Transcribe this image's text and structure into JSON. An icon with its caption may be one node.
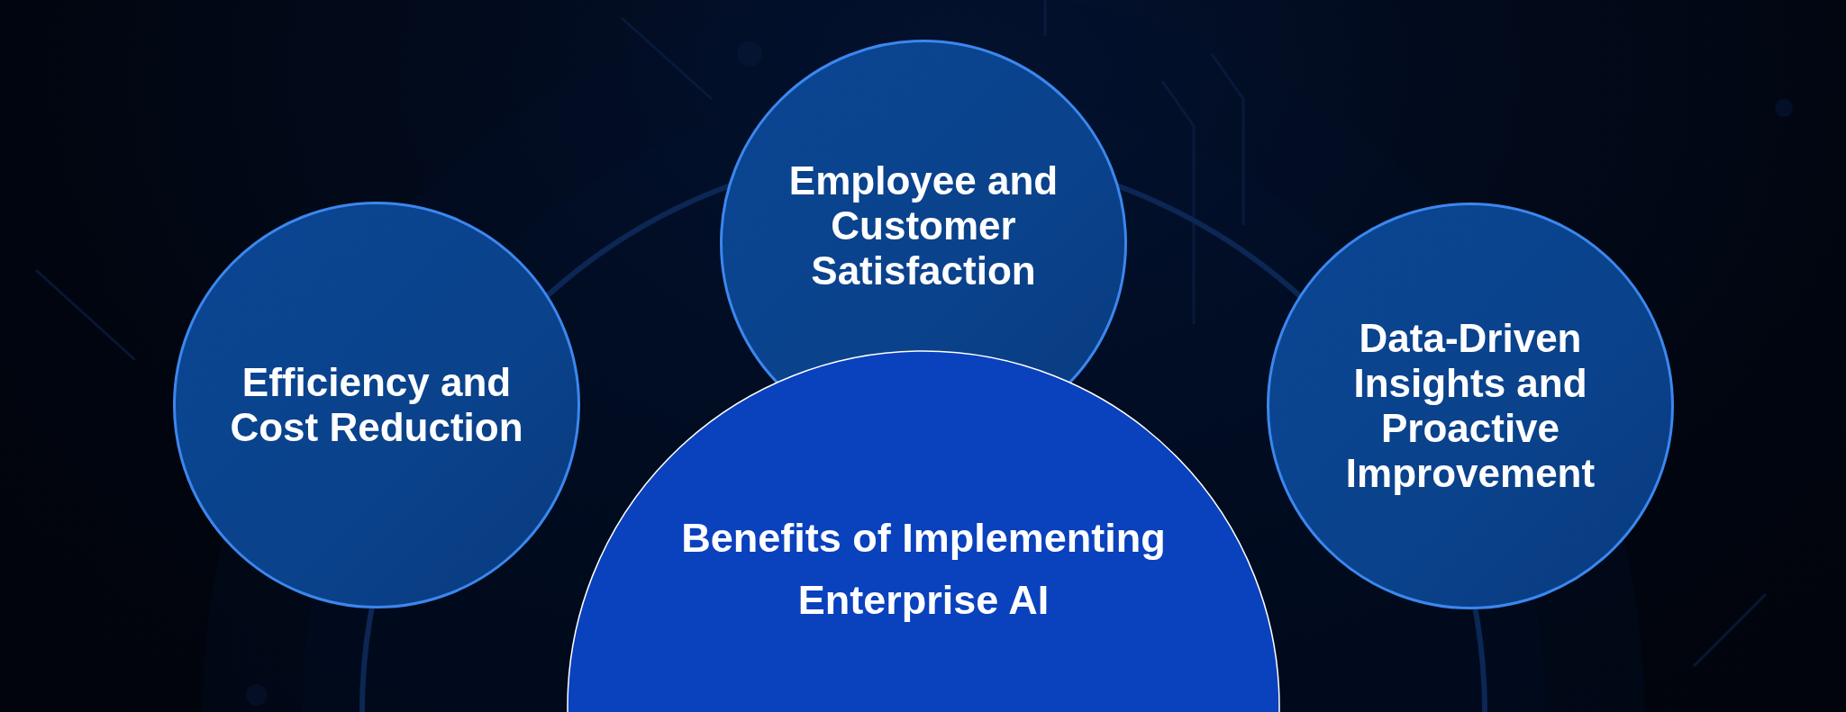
{
  "diagram": {
    "nodes": [
      {
        "text": [
          "Efficiency and Cost Reduction"
        ]
      },
      {
        "text": [
          "Employee and Customer Satisfaction"
        ]
      },
      {
        "text": [
          "Data-Driven Insights and Proactive Improvement"
        ]
      },
      {
        "text": [
          "Benefits of Implementing Enterprise AI"
        ]
      }
    ]
  }
}
